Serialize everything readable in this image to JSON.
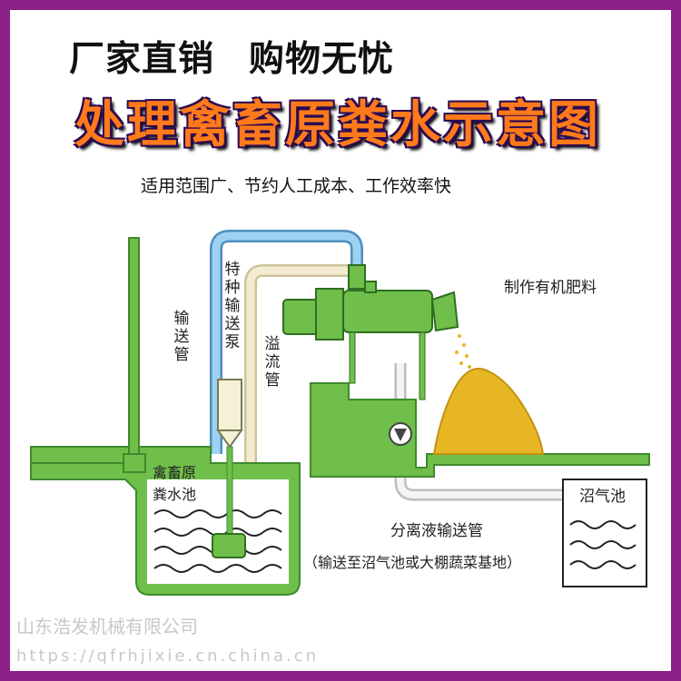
{
  "header": {
    "slogan_left": "厂家直销",
    "slogan_right": "购物无忧",
    "title": "处理禽畜原粪水示意图",
    "subtitle": "适用范围广、节约人工成本、工作效率快"
  },
  "labels": {
    "pump": "特种输送泵",
    "delivery_pipe": "输送管",
    "overflow_pipe": "溢流管",
    "manure_pool": [
      "禽畜原",
      "粪水池"
    ],
    "fertilizer": "制作有机肥料",
    "biogas_pool": "沼气池",
    "liquid_pipe": "分离液输送管",
    "liquid_pipe_note": "（输送至沼气池或大棚蔬菜基地）"
  },
  "watermark": {
    "company": "山东浩发机械有限公司",
    "url": "https://qfrhjixie.cn.china.cn"
  },
  "colors": {
    "frame": "#8a1f86",
    "green": "#6fbf4a",
    "green_dark": "#3f8a2e",
    "blue_pipe": "#8ec8ee",
    "beige_pipe": "#efe6c4",
    "compost": "#e6b625"
  }
}
